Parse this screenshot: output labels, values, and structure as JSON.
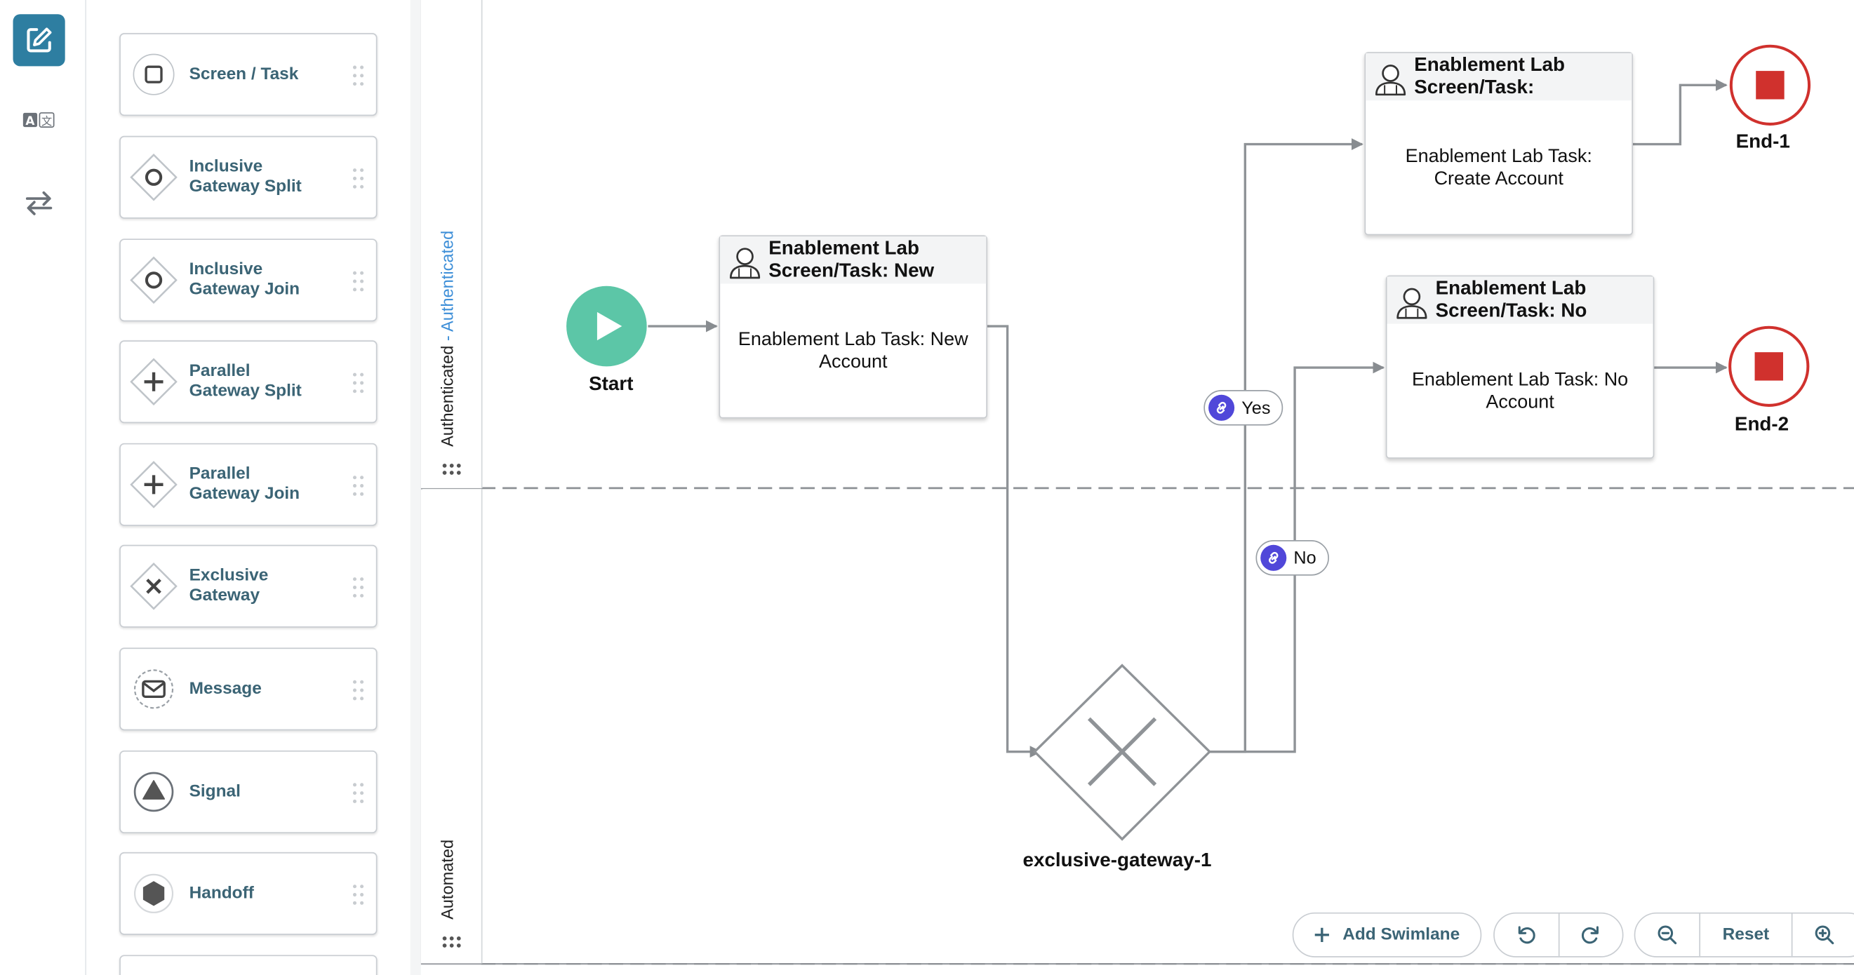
{
  "palette": {
    "items": [
      {
        "label": "Screen / Task",
        "icon": "square-icon"
      },
      {
        "label": "Inclusive\nGateway Split",
        "icon": "inclusive-gateway-icon"
      },
      {
        "label": "Inclusive\nGateway Join",
        "icon": "inclusive-gateway-icon"
      },
      {
        "label": "Parallel\nGateway Split",
        "icon": "parallel-gateway-icon"
      },
      {
        "label": "Parallel\nGateway Join",
        "icon": "parallel-gateway-icon"
      },
      {
        "label": "Exclusive\nGateway",
        "icon": "exclusive-gateway-icon"
      },
      {
        "label": "Message",
        "icon": "envelope-icon"
      },
      {
        "label": "Signal",
        "icon": "triangle-icon"
      },
      {
        "label": "Handoff",
        "icon": "hexagon-icon"
      }
    ]
  },
  "lanes": {
    "top": {
      "main": "Authenticated",
      "sep": " - ",
      "alt": "Authenticated"
    },
    "bottom": {
      "main": "Automated"
    }
  },
  "nodes": {
    "start": "Start",
    "task_new": {
      "title": "Enablement Lab Screen/Task: New",
      "body": "Enablement Lab Task: New Account"
    },
    "task_create": {
      "title": "Enablement Lab Screen/Task:",
      "body": "Enablement Lab Task: Create Account"
    },
    "task_no": {
      "title": "Enablement Lab Screen/Task: No",
      "body": "Enablement Lab Task: No Account"
    },
    "end1": "End-1",
    "end2": "End-2",
    "gateway": "exclusive-gateway-1"
  },
  "flows": {
    "yes": "Yes",
    "no": "No"
  },
  "controls": {
    "add_swimlane": "Add Swimlane",
    "reset": "Reset"
  },
  "colors": {
    "accent": "#2e7ea1",
    "start": "#5cc6a7",
    "end": "#d0312d",
    "link": "#5047d9"
  }
}
